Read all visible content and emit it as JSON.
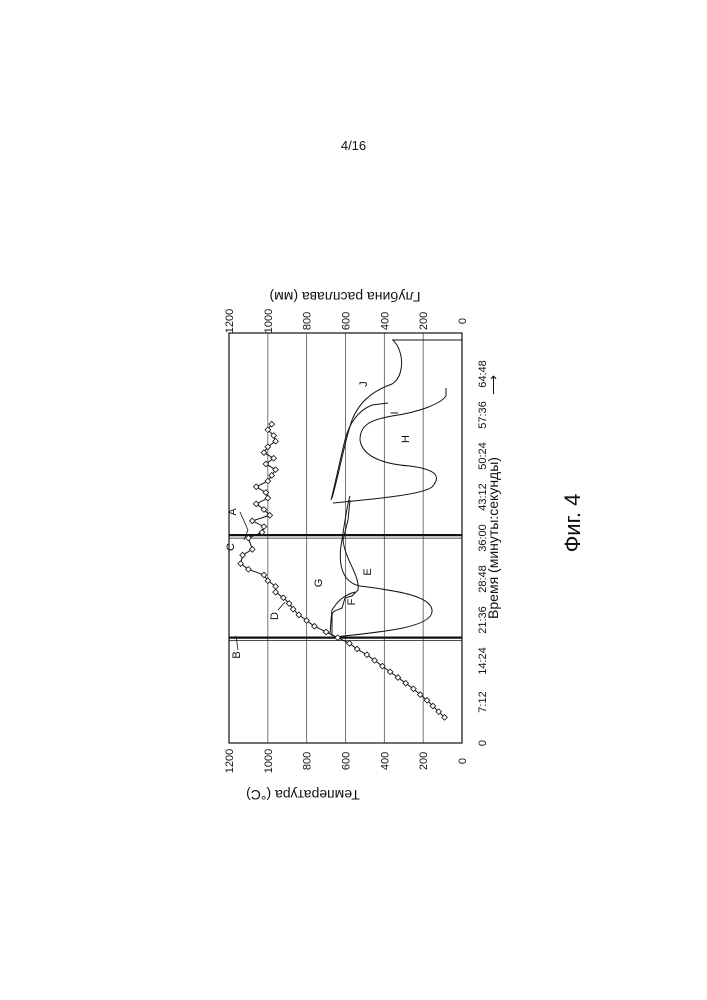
{
  "page_number": "4/16",
  "figure_caption": "Фиг. 4",
  "chart_data": {
    "type": "line",
    "xlabel": "Время (минуты:секунды)",
    "ylabel_left": "Температура (°C)",
    "ylabel_right": "Глубина расплава (мм)",
    "x_ticks": [
      "0",
      "7:12",
      "14:24",
      "21:36",
      "28:48",
      "36:00",
      "43:12",
      "50:24",
      "57:36",
      "64:48"
    ],
    "x_range_minutes": [
      0,
      72
    ],
    "y_left_ticks": [
      "0",
      "200",
      "400",
      "600",
      "800",
      "1000",
      "1200"
    ],
    "y_right_ticks": [
      "0",
      "200",
      "400",
      "600",
      "800",
      "1000",
      "1200"
    ],
    "ylim_left": [
      0,
      1200
    ],
    "ylim_right": [
      0,
      1200
    ],
    "grid": "horizontal",
    "callout_labels": [
      "A",
      "B",
      "C",
      "D",
      "E",
      "F",
      "G",
      "H",
      "I",
      "J"
    ],
    "series": [
      {
        "label": "D",
        "marker": "diamond",
        "x": [
          4.5,
          5.5,
          6.5,
          7.5,
          8.5,
          9.5,
          10.5,
          11.5,
          12.5,
          13.5,
          14.5,
          15.5,
          16.5,
          17.5,
          18.5,
          19.5,
          20.5,
          21.5,
          22.5,
          23.5,
          24.5,
          25.5,
          26.5,
          27.5,
          28.5,
          29.5,
          30.5,
          31.5,
          33,
          34,
          36,
          37,
          38,
          39,
          40,
          41,
          42,
          43,
          44,
          45,
          46,
          47,
          48,
          49,
          50,
          51,
          52,
          53,
          54,
          55,
          56
        ],
        "y": [
          90,
          120,
          150,
          180,
          215,
          250,
          290,
          330,
          370,
          410,
          450,
          490,
          540,
          580,
          640,
          700,
          760,
          800,
          840,
          870,
          890,
          920,
          960,
          960,
          1000,
          1020,
          1100,
          1140,
          1130,
          1080,
          1100,
          1030,
          1020,
          1080,
          990,
          1020,
          1060,
          1000,
          1010,
          1060,
          1000,
          980,
          960,
          1010,
          970,
          1020,
          1000,
          960,
          970,
          1000,
          980
        ]
      },
      {
        "label": "A",
        "type": "vertical-line",
        "x": 36.5
      },
      {
        "label": "B",
        "type": "vertical-line",
        "x": 18.5
      }
    ]
  }
}
